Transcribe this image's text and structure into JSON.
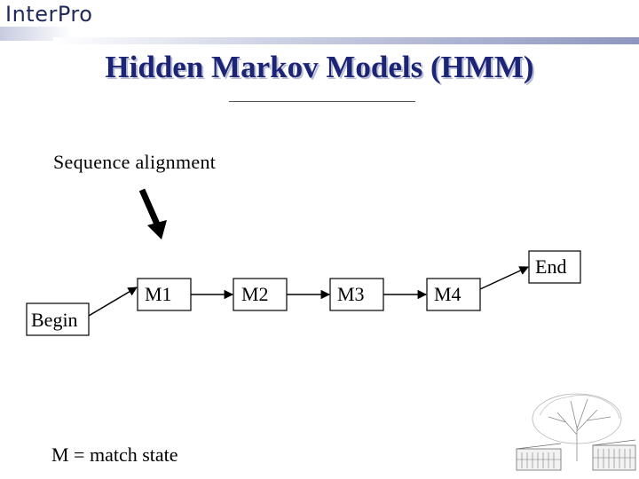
{
  "logo": {
    "text": "InterPro"
  },
  "title": "Hidden Markov Models (HMM)",
  "sequence_label": "Sequence alignment",
  "nodes": {
    "begin": "Begin",
    "m1": "M1",
    "m2": "M2",
    "m3": "M3",
    "m4": "M4",
    "end": "End"
  },
  "legend": "M = match state",
  "colors": {
    "title": "#1c2475",
    "logo": "#1f2a5a",
    "arrow": "#000000"
  }
}
